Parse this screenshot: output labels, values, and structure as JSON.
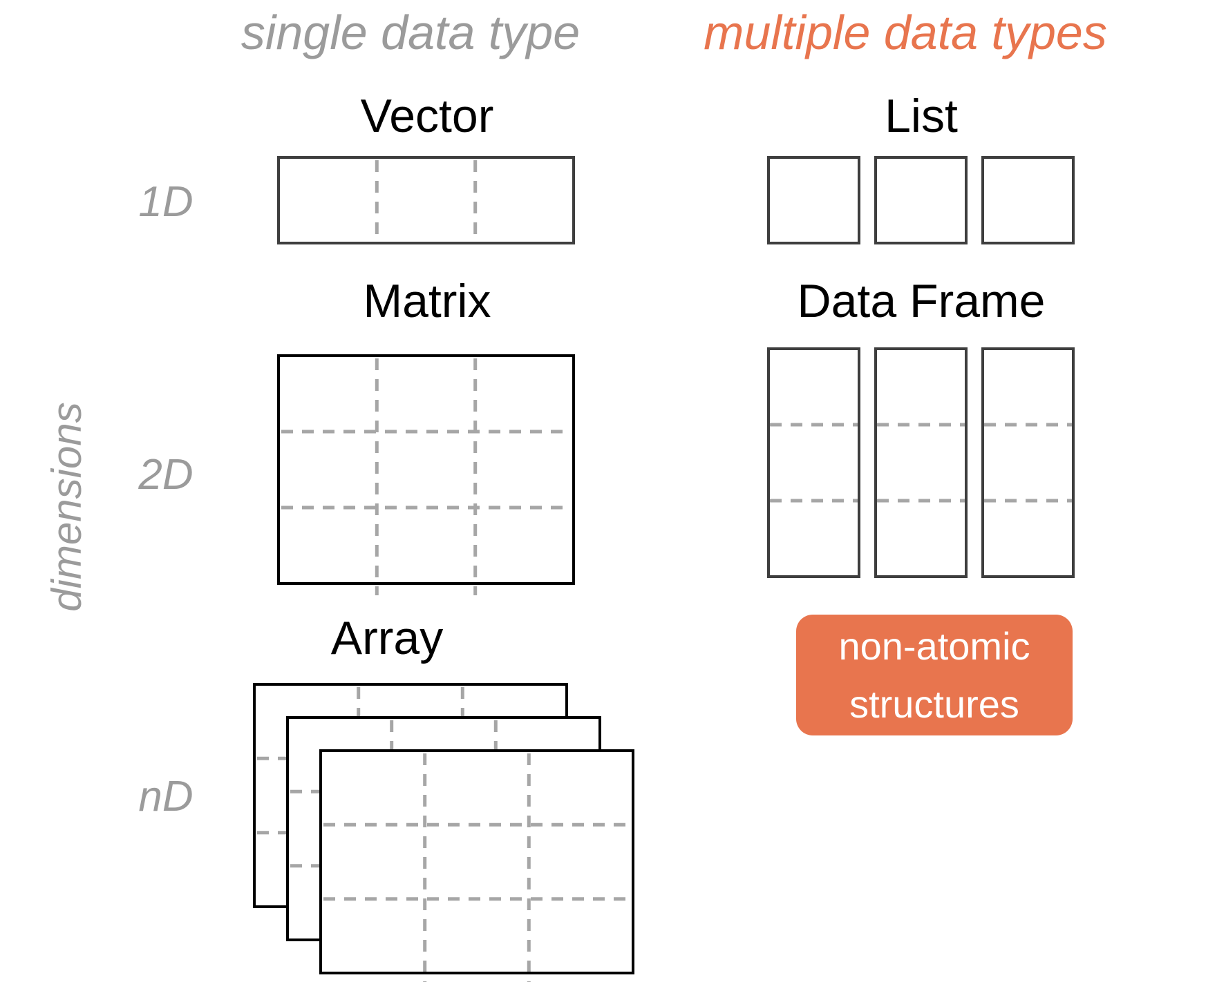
{
  "colors": {
    "accent_orange": "#E8754E",
    "gray_text": "#9B9B9B",
    "dash_gray": "#A6A6A6",
    "dark_border": "#3E3E3E",
    "black_ink": "#000000",
    "background": "#FFFFFF",
    "badge_text": "#FFFFFF"
  },
  "column_headers": {
    "single": "single data type",
    "multiple": "multiple data types"
  },
  "axis": {
    "label": "dimensions",
    "rows": {
      "d1": "1D",
      "d2": "2D",
      "dn": "nD"
    }
  },
  "structures": {
    "vector": {
      "label": "Vector",
      "cells": 3
    },
    "list": {
      "label": "List",
      "items": 3
    },
    "matrix": {
      "label": "Matrix",
      "rows": 3,
      "cols": 3
    },
    "data_frame": {
      "label": "Data Frame",
      "columns": 3,
      "rows": 3
    },
    "array": {
      "label": "Array",
      "layers": 3,
      "rows": 3,
      "cols": 3
    }
  },
  "badge": {
    "line1": "non-atomic",
    "line2": "structures"
  }
}
